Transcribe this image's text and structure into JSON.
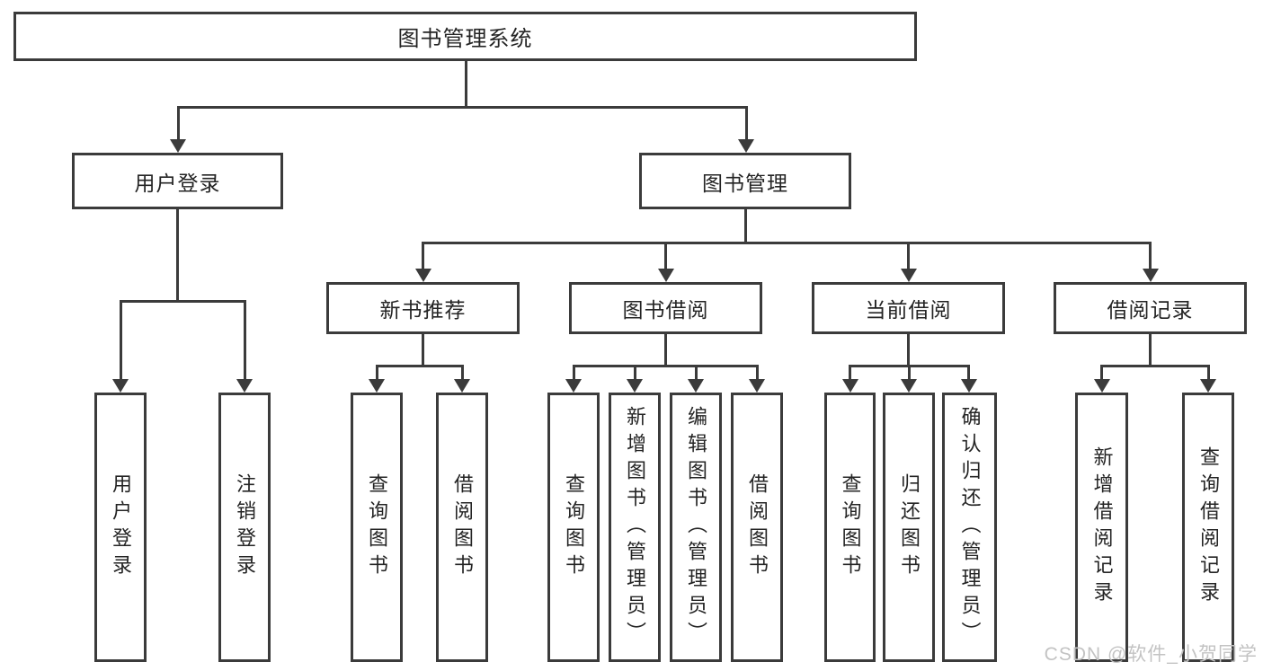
{
  "diagram_type": "hierarchy-tree",
  "tree": {
    "root": "图书管理系统",
    "children": [
      {
        "label": "用户登录",
        "children": [
          {
            "label": "用户登录"
          },
          {
            "label": "注销登录"
          }
        ]
      },
      {
        "label": "图书管理",
        "children": [
          {
            "label": "新书推荐",
            "children": [
              {
                "label": "查询图书"
              },
              {
                "label": "借阅图书"
              }
            ]
          },
          {
            "label": "图书借阅",
            "children": [
              {
                "label": "查询图书"
              },
              {
                "label": "新增图书（管理员）"
              },
              {
                "label": "编辑图书（管理员）"
              },
              {
                "label": "借阅图书"
              }
            ]
          },
          {
            "label": "当前借阅",
            "children": [
              {
                "label": "查询图书"
              },
              {
                "label": "归还图书"
              },
              {
                "label": "确认归还（管理员）"
              }
            ]
          },
          {
            "label": "借阅记录",
            "children": [
              {
                "label": "新增借阅记录"
              },
              {
                "label": "查询借阅记录"
              }
            ]
          }
        ]
      }
    ]
  },
  "watermark": "CSDN @软件_小贺同学",
  "colors": {
    "line": "#3b3b3b",
    "text": "#242424",
    "watermark": "#c3c3c3",
    "background": "#ffffff"
  }
}
